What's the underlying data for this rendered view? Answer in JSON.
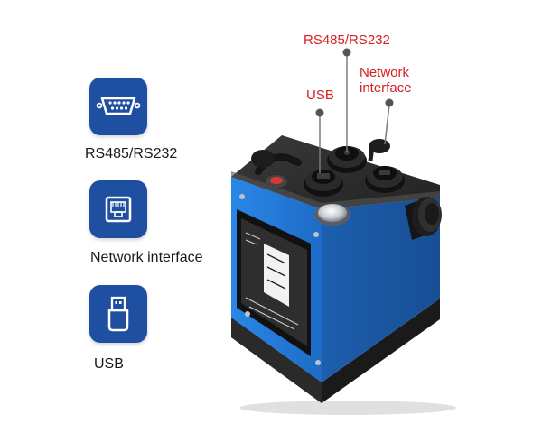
{
  "features": [
    {
      "label": "RS485/RS232",
      "icon": "db9-serial-port-icon"
    },
    {
      "label": "Network interface",
      "icon": "rj45-ethernet-port-icon"
    },
    {
      "label": "USB",
      "icon": "usb-connector-icon"
    }
  ],
  "callouts": {
    "rs485": "RS485/RS232",
    "network_line1": "Network",
    "network_line2": "interface",
    "usb": "USB"
  },
  "colors": {
    "tile_blue": "#1f4fa0",
    "device_blue": "#1d6cc7",
    "callout_red": "#d61e22",
    "top_panel": "#2c2c2c"
  }
}
